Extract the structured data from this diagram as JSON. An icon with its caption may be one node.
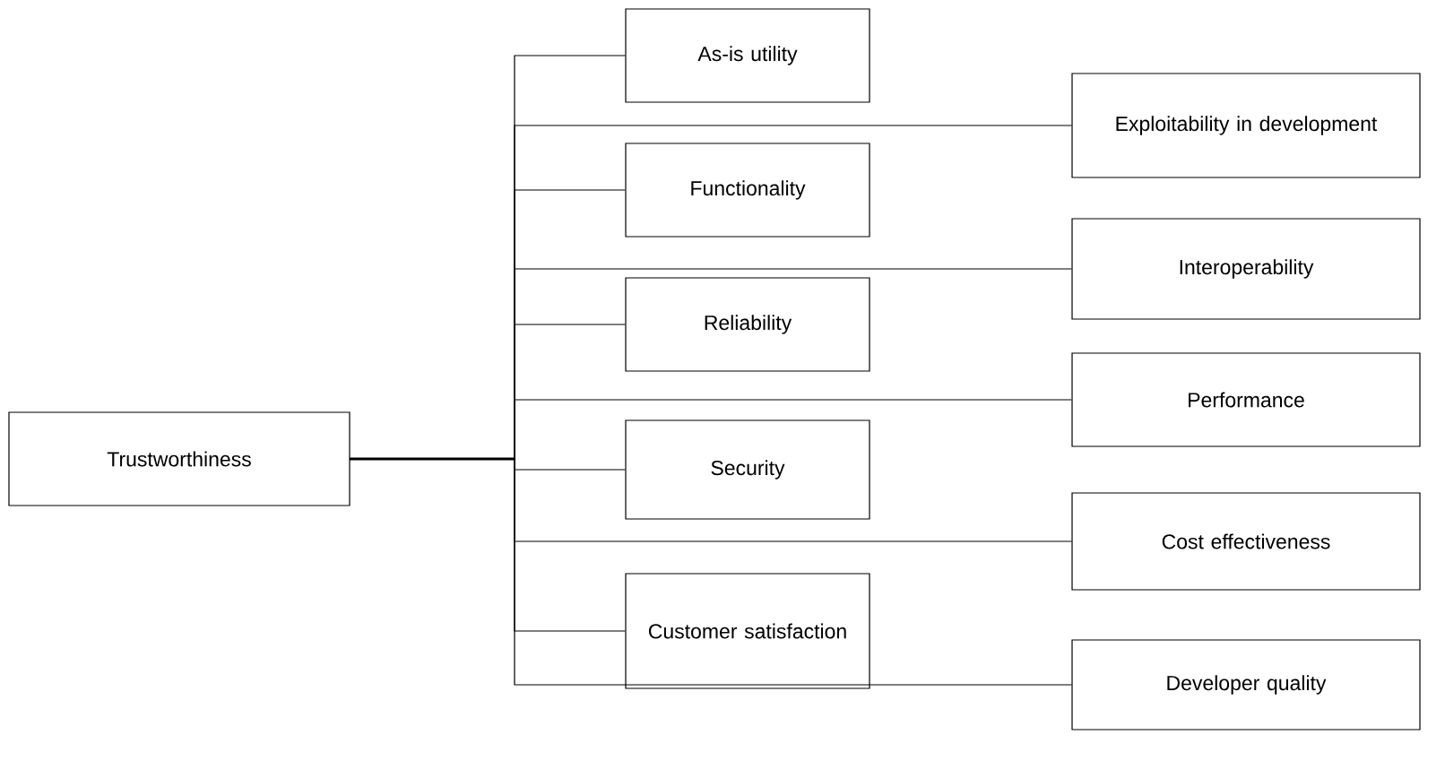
{
  "diagram": {
    "nodes": [
      {
        "text": [
          "Trustworthiness"
        ]
      },
      {
        "text": [
          "As-is utility"
        ]
      },
      {
        "text": [
          "Exploitability in development"
        ]
      },
      {
        "text": [
          "Functionality"
        ]
      },
      {
        "text": [
          "Interoperability"
        ]
      },
      {
        "text": [
          "Reliability"
        ]
      },
      {
        "text": [
          "Performance"
        ]
      },
      {
        "text": [
          "Security"
        ]
      },
      {
        "text": [
          "Cost effectiveness"
        ]
      },
      {
        "text": [
          "Customer satisfaction"
        ]
      },
      {
        "text": [
          "Developer quality"
        ]
      }
    ],
    "edges": [
      {
        "from": 0,
        "to": 1,
        "arrow": "none"
      },
      {
        "from": 0,
        "to": 2,
        "arrow": "none"
      },
      {
        "from": 0,
        "to": 3,
        "arrow": "none"
      },
      {
        "from": 0,
        "to": 4,
        "arrow": "none"
      },
      {
        "from": 0,
        "to": 5,
        "arrow": "none"
      },
      {
        "from": 0,
        "to": 6,
        "arrow": "none"
      },
      {
        "from": 0,
        "to": 7,
        "arrow": "none"
      },
      {
        "from": 0,
        "to": 8,
        "arrow": "none"
      },
      {
        "from": 0,
        "to": 9,
        "arrow": "none"
      },
      {
        "from": 0,
        "to": 10,
        "arrow": "none"
      }
    ]
  }
}
